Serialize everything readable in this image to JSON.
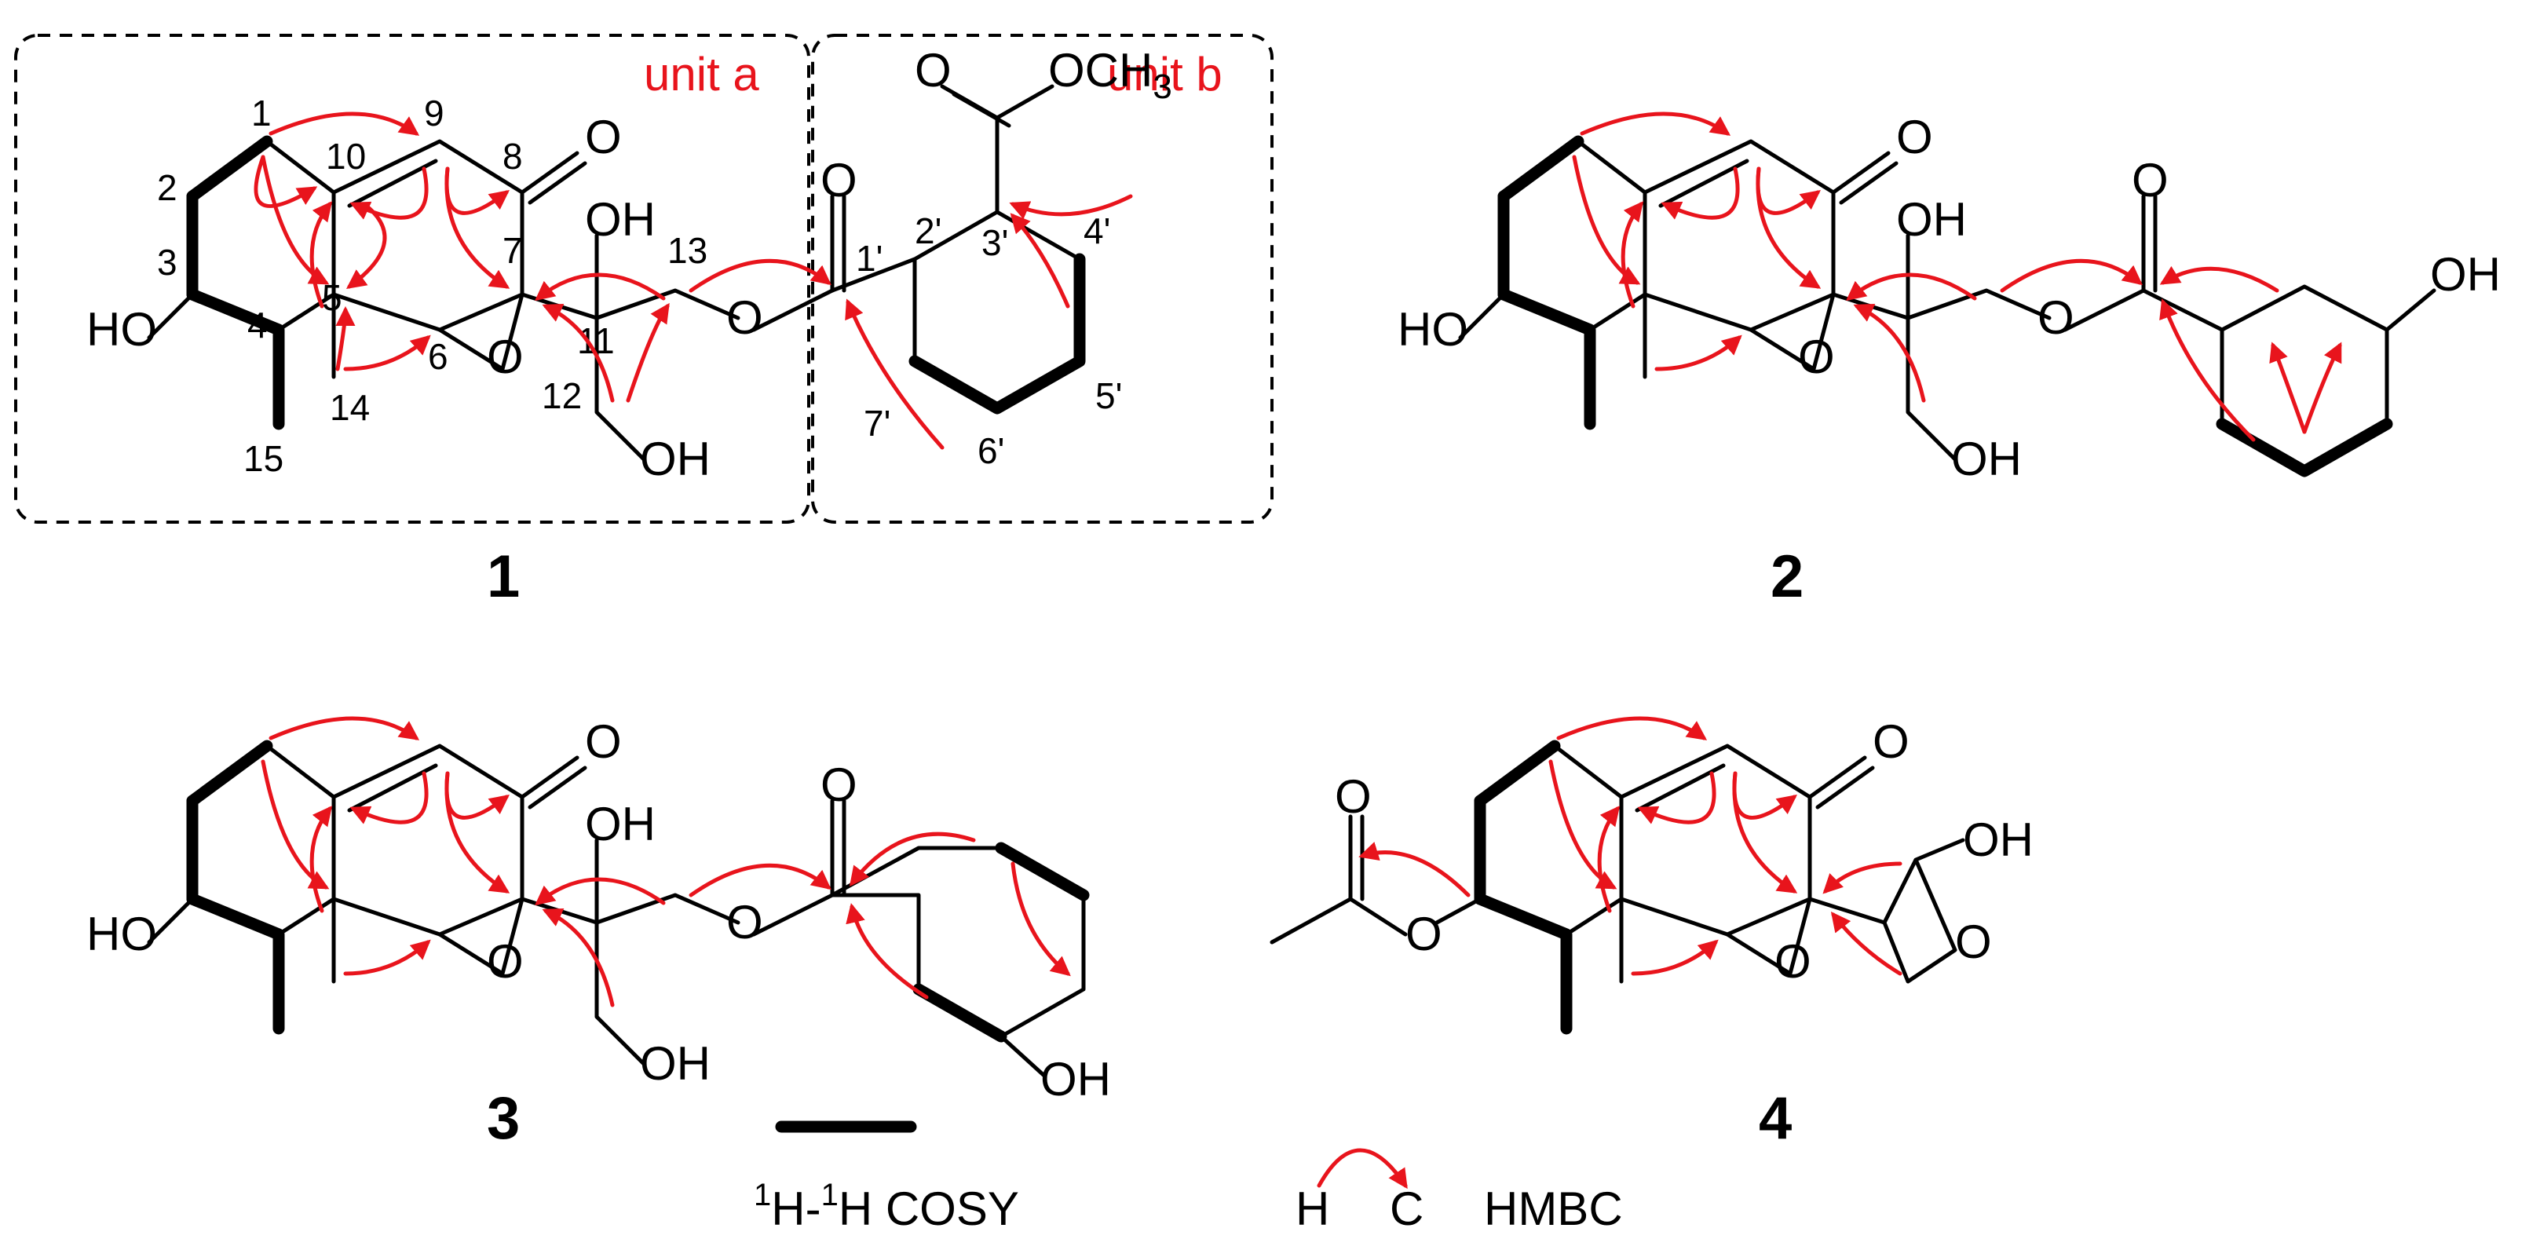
{
  "colors": {
    "hmbc_arrow": "#e8141c",
    "unit_label": "#e8141c",
    "bonds": "#000000"
  },
  "units": {
    "a": "unit a",
    "b": "unit b"
  },
  "compounds": [
    {
      "label": "1"
    },
    {
      "label": "2"
    },
    {
      "label": "3"
    },
    {
      "label": "4"
    }
  ],
  "atoms": {
    "O": "O",
    "OH": "OH",
    "HO": "HO",
    "OCH": "OCH",
    "sub3": "3"
  },
  "numbering": {
    "c1": "1",
    "c2": "2",
    "c3": "3",
    "c4": "4",
    "c5": "5",
    "c6": "6",
    "c7": "7",
    "c8": "8",
    "c9": "9",
    "c10": "10",
    "c11": "11",
    "c12": "12",
    "c13": "13",
    "c14": "14",
    "c15": "15",
    "c1p": "1'",
    "c2p": "2'",
    "c3p": "3'",
    "c4p": "4'",
    "c5p": "5'",
    "c6p": "6'",
    "c7p": "7'"
  },
  "legend": {
    "cosy_sup1": "1",
    "cosy_h1": "H-",
    "cosy_sup2": "1",
    "cosy_h2": "H COSY",
    "h": "H",
    "c": "C",
    "hmbc": "HMBC"
  }
}
